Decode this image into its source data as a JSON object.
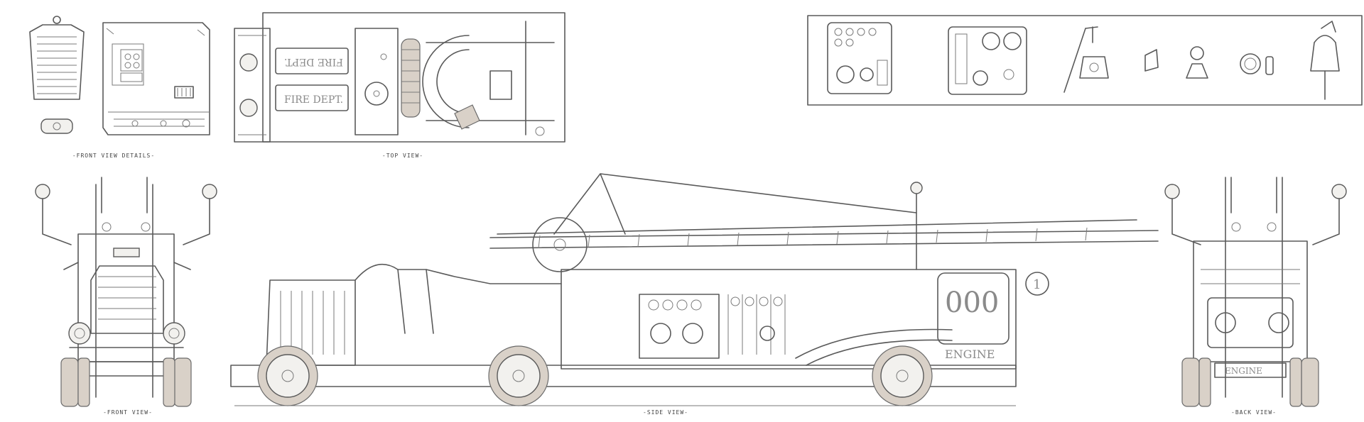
{
  "labels": {
    "front_details": "FRONT VIEW DETAILS",
    "top": "TOP VIEW",
    "front": "FRONT VIEW",
    "side": "SIDE VIEW",
    "back": "BACK VIEW"
  },
  "markings": {
    "fire_dept_1": "FIRE DEPT.",
    "fire_dept_2": "FIRE DEPT.",
    "engine_side": "ENGINE",
    "engine_back": "ENGINE",
    "number": "000",
    "unit": "1"
  },
  "colors": {
    "line": "#5a5a5a",
    "tire": "#d9d1c8",
    "paper": "#ffffff"
  }
}
